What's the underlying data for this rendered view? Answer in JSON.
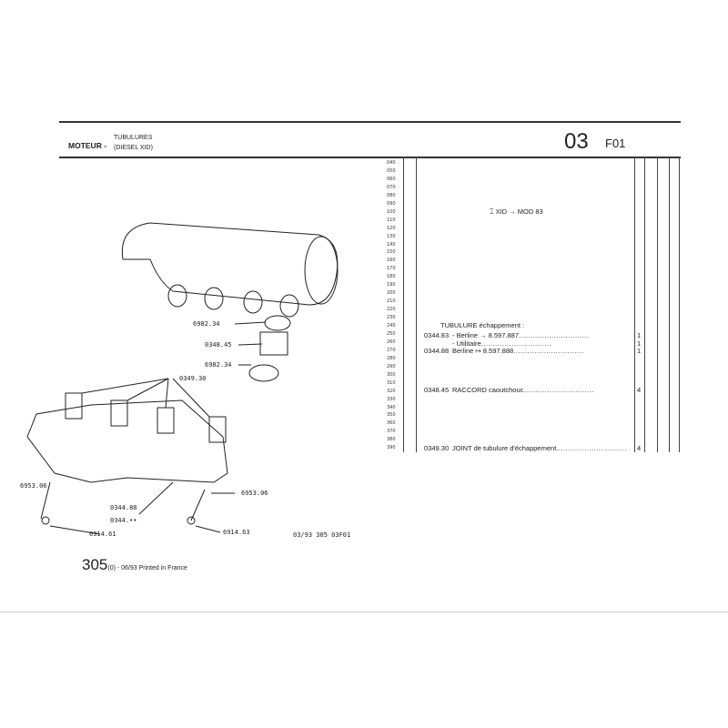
{
  "header": {
    "section": "MOTEUR -",
    "subtitle_1": "TUBULURES",
    "subtitle_2": "(DIESEL XID)",
    "group": "03",
    "plate": "F01"
  },
  "row_numbers": [
    "040",
    "050",
    "060",
    "070",
    "080",
    "090",
    "100",
    "110",
    "120",
    "130",
    "140",
    "150",
    "160",
    "170",
    "180",
    "190",
    "200",
    "210",
    "220",
    "230",
    "240",
    "250",
    "260",
    "270",
    "280",
    "290",
    "300",
    "310",
    "320",
    "330",
    "340",
    "350",
    "360",
    "370",
    "380",
    "390"
  ],
  "applicability": "XID → MOD 83",
  "parts": {
    "tubulure_title": "TUBULURE échappement :",
    "rows": [
      {
        "ref": "0344.83",
        "desc": "- Berline → 8.597.887",
        "qty": "1"
      },
      {
        "ref": "",
        "desc": "- Utilitaire",
        "qty": "1"
      },
      {
        "ref": "0344.88",
        "desc": "Berline ↦ 8.597.888",
        "qty": "1"
      },
      {
        "ref": "0348.45",
        "desc": "RACCORD caoutchouc",
        "qty": "4"
      },
      {
        "ref": "0349.30",
        "desc": "JOINT de tubulure d'échappement",
        "qty": "4"
      }
    ]
  },
  "diagram_labels": {
    "clamp_top": "6982.34",
    "hose": "0348.45",
    "clamp_bottom": "6982.34",
    "gasket": "0349.30",
    "nut_left": "6953.06",
    "nut_right": "6953.06",
    "manifold_1": "0344.88",
    "manifold_2": "0344.••",
    "bolt_left": "6914.61",
    "bolt_right": "6914.63",
    "ref_code": "03/93 305 03F01"
  },
  "footer": {
    "model": "305",
    "edition": "(0) - 06/93 Printed in France"
  }
}
